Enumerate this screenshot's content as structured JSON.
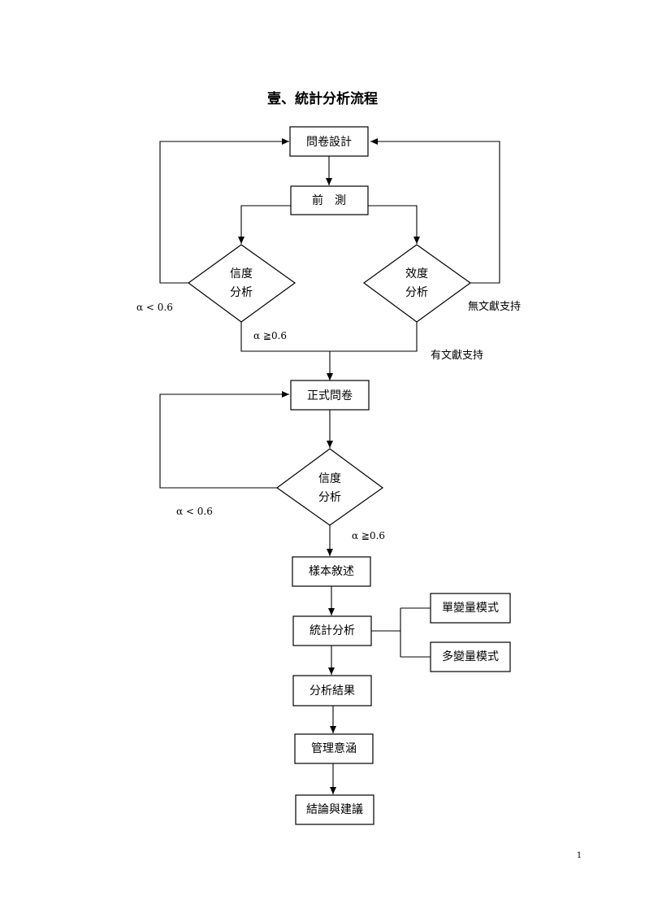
{
  "title": "壹、統計分析流程",
  "nodes": {
    "questionnaire_design": "問卷設計",
    "pretest": "前　測",
    "reliability_1": [
      "信度",
      "分析"
    ],
    "validity": [
      "效度",
      "分析"
    ],
    "formal_questionnaire": "正式問卷",
    "reliability_2": [
      "信度",
      "分析"
    ],
    "sample_description": "樣本敘述",
    "statistical_analysis": "統計分析",
    "univariate_model": "單變量模式",
    "multivariate_model": "多變量模式",
    "analysis_results": "分析結果",
    "managerial_implications": "管理意涵",
    "conclusions": "結論與建議"
  },
  "labels": {
    "alpha_lt_1": "α < 0.6",
    "alpha_ge_1": "α ≧0.6",
    "no_literature": "無文獻支持",
    "with_literature": "有文獻支持",
    "alpha_lt_2": "α < 0.6",
    "alpha_ge_2": "α ≧0.6"
  },
  "page_number": "1"
}
